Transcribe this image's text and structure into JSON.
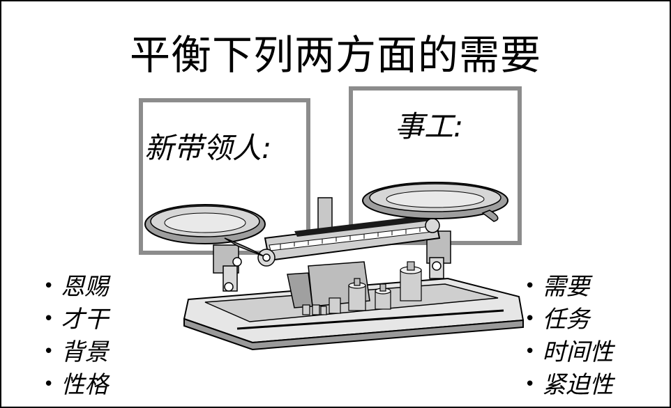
{
  "slide": {
    "title": "平衡下列两方面的需要",
    "left_panel": {
      "label": "新带领人:"
    },
    "right_panel": {
      "label": "事工:"
    },
    "left_bullets": [
      "恩赐",
      "才干",
      "背景",
      "性格"
    ],
    "right_bullets": [
      "需要",
      "任务",
      "时间性",
      "紧迫性"
    ],
    "bullet_glyph": "•",
    "illustration": "balance-scale-icon"
  }
}
